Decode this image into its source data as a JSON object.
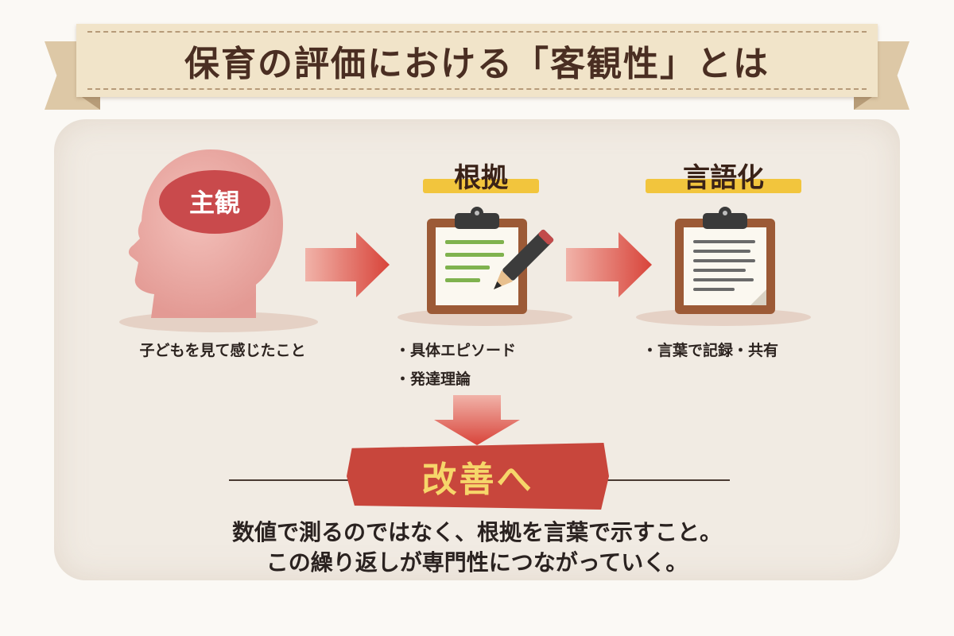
{
  "title": "保育の評価における「客観性」とは",
  "head": {
    "label": "主観",
    "caption": "子どもを見て感じたこと"
  },
  "evidence": {
    "label": "根拠",
    "items": [
      "・具体エピソード",
      "・発達理論"
    ]
  },
  "verbalize": {
    "label": "言語化",
    "items": [
      "・言葉で記録・共有"
    ]
  },
  "improve": {
    "label": "改善へ"
  },
  "summary": {
    "line1": "数値で測るのではなく、根拠を言葉で示すこと。",
    "line2": "この繰り返しが専門性につながっていく。"
  },
  "colors": {
    "arrow": "#d94a3e",
    "banner": "#c8463c",
    "highlight": "#f2c53d",
    "head": "#e8a4a0",
    "brain": "#c94a4c",
    "clipboard": "#9c5a36"
  }
}
